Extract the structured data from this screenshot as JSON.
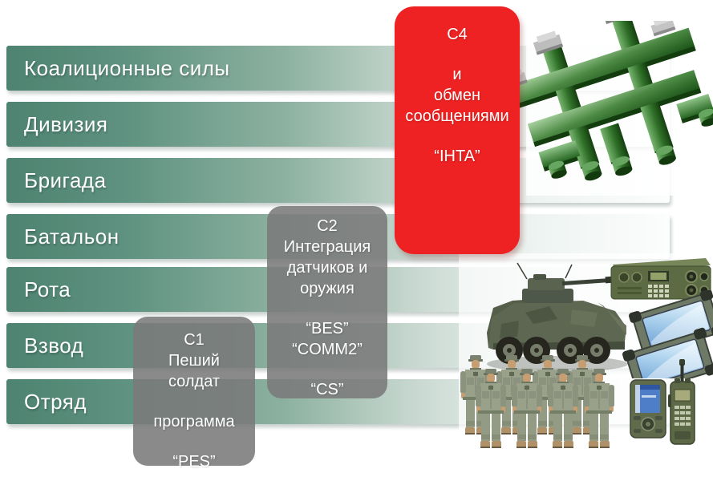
{
  "slide": {
    "levels": [
      {
        "label": "Коалиционные силы"
      },
      {
        "label": "Дивизия"
      },
      {
        "label": "Бригада"
      },
      {
        "label": "Батальон"
      },
      {
        "label": "Рота"
      },
      {
        "label": "Взвод"
      },
      {
        "label": "Отряд"
      }
    ],
    "programs": {
      "c1": {
        "code": "C1",
        "line1": "Пеший",
        "line2": "солдат",
        "line3": "программа",
        "line4": "“PES”"
      },
      "c2": {
        "code": "C2",
        "line1": "Интеграция",
        "line2": "датчиков и",
        "line3": "оружия",
        "line4": "“BES”",
        "line5": "“COMM2”",
        "line6": "“CS”"
      },
      "c4": {
        "code": "C4",
        "line1": "и",
        "line2": "обмен",
        "line3": "сообщениями",
        "line4": "“IHTA”"
      }
    },
    "colors": {
      "bar_green": "#4E8370",
      "program_gray": "#8E8E8E",
      "program_red": "#EE2222",
      "text_white": "#FFFFFF"
    },
    "graphics": [
      "network-mesh-graphic",
      "armored-vehicle-graphic",
      "military-radio-graphic",
      "rugged-tablets-graphic",
      "soldiers-group-graphic",
      "pda-graphic",
      "handheld-radio-graphic"
    ]
  }
}
